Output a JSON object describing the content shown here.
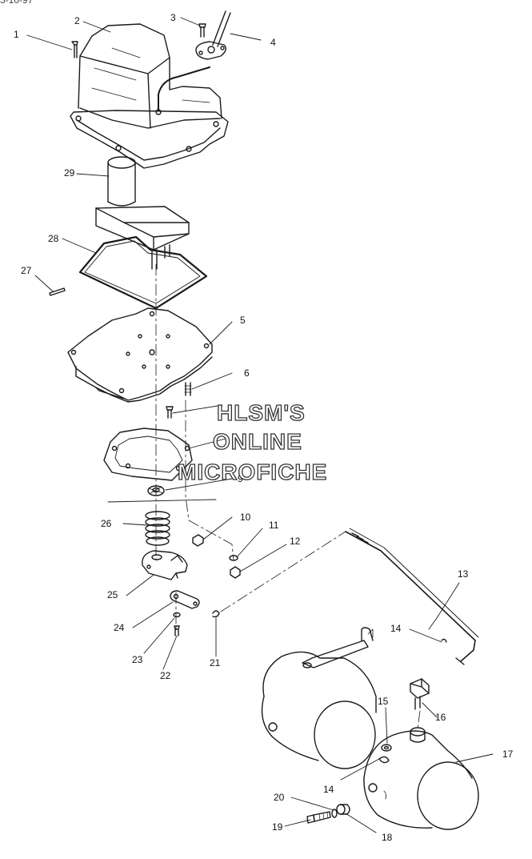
{
  "watermark": {
    "line1": "HLSM'S",
    "line2": "ONLINE",
    "line3": "MICROFICHE"
  },
  "top_crop_text": "3-10-97",
  "callouts": [
    {
      "id": "c1",
      "text": "1"
    },
    {
      "id": "c2",
      "text": "2"
    },
    {
      "id": "c3",
      "text": "3"
    },
    {
      "id": "c4",
      "text": "4"
    },
    {
      "id": "c5",
      "text": "5"
    },
    {
      "id": "c6",
      "text": "6"
    },
    {
      "id": "c9",
      "text": "9"
    },
    {
      "id": "c10",
      "text": "10"
    },
    {
      "id": "c11",
      "text": "11"
    },
    {
      "id": "c12",
      "text": "12"
    },
    {
      "id": "c13",
      "text": "13"
    },
    {
      "id": "c14a",
      "text": "14"
    },
    {
      "id": "c14b",
      "text": "14"
    },
    {
      "id": "c15",
      "text": "15"
    },
    {
      "id": "c16",
      "text": "16"
    },
    {
      "id": "c17",
      "text": "17"
    },
    {
      "id": "c18",
      "text": "18"
    },
    {
      "id": "c19",
      "text": "19"
    },
    {
      "id": "c20",
      "text": "20"
    },
    {
      "id": "c21",
      "text": "21"
    },
    {
      "id": "c22",
      "text": "22"
    },
    {
      "id": "c23",
      "text": "23"
    },
    {
      "id": "c24",
      "text": "24"
    },
    {
      "id": "c25",
      "text": "25"
    },
    {
      "id": "c26",
      "text": "26"
    },
    {
      "id": "c27",
      "text": "27"
    },
    {
      "id": "c28",
      "text": "28"
    },
    {
      "id": "c29",
      "text": "29"
    }
  ]
}
